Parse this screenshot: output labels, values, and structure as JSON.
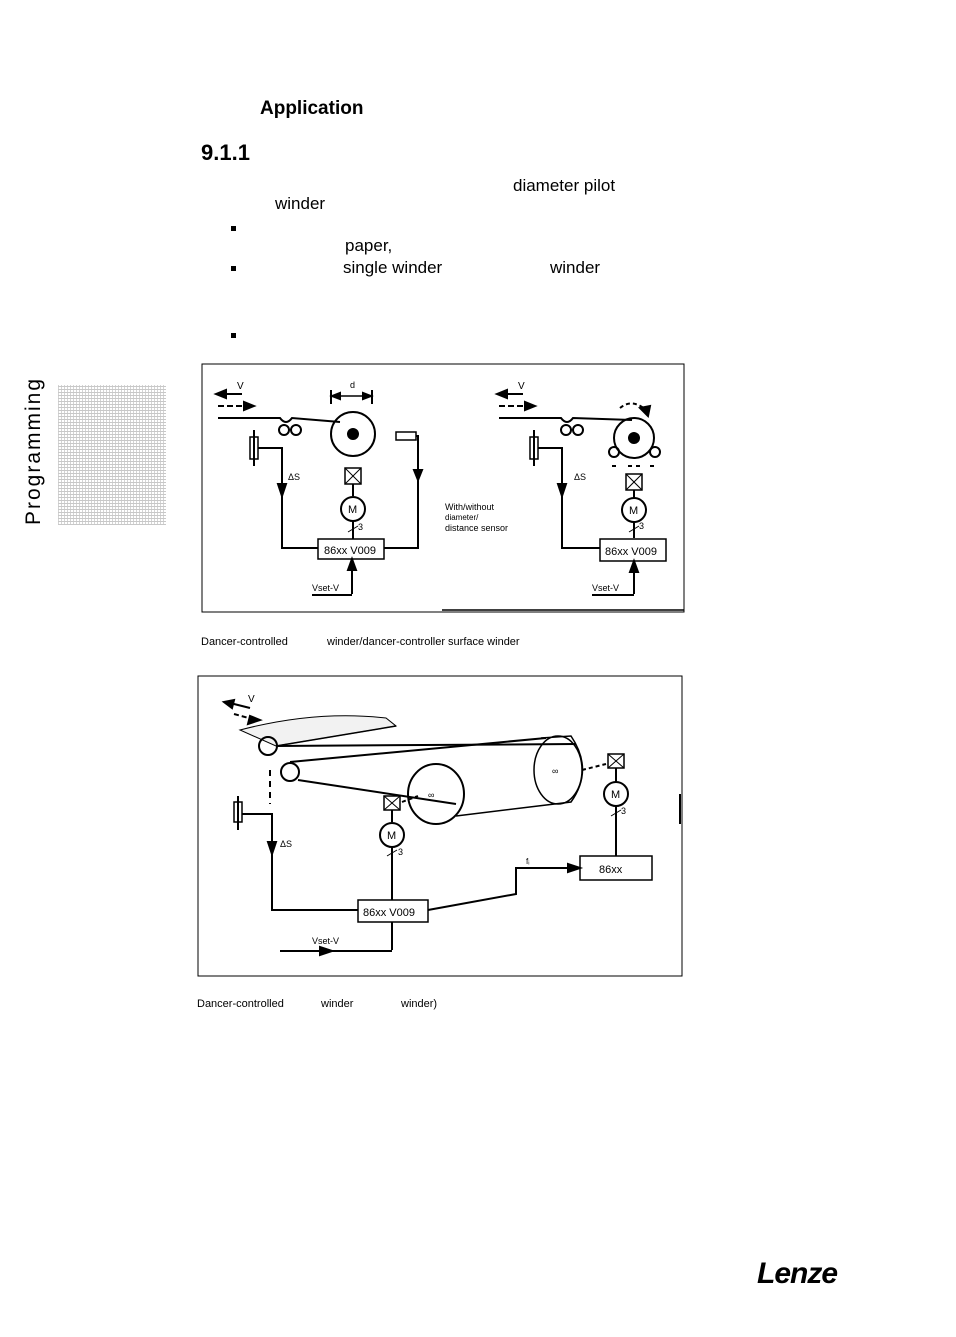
{
  "heading": {
    "application": "Application",
    "section_number": "9.1.1"
  },
  "text": {
    "diameter_pilot": "diameter pilot",
    "winder": "winder",
    "paper": "paper,",
    "single_winder": "single winder",
    "winder2": "winder"
  },
  "sidebar": {
    "label": "Programming"
  },
  "figure1": {
    "left": {
      "v": "V",
      "d": "d",
      "ds": "ΔS",
      "motor": "M",
      "three": "3",
      "controller": "86xx V009",
      "vset": "Vset-V"
    },
    "middle": {
      "note1": "With/without",
      "note2": "diameter/",
      "note3": "distance sensor"
    },
    "right": {
      "v": "V",
      "ds": "ΔS",
      "motor": "M",
      "three": "3",
      "controller": "86xx V009",
      "vset": "Vset-V"
    },
    "caption_a": "Dancer-controlled",
    "caption_b": "winder/dancer-controller surface winder"
  },
  "figure2": {
    "v": "V",
    "ds": "ΔS",
    "motor": "M",
    "three": "3",
    "controller": "86xx V009",
    "vset": "Vset-V",
    "f": "fᵢ",
    "controller2": "86xx",
    "motor2": "M",
    "three2": "3",
    "caption_a": "Dancer-controlled",
    "caption_b": "winder",
    "caption_c": "winder)"
  },
  "logo": "Lenze"
}
